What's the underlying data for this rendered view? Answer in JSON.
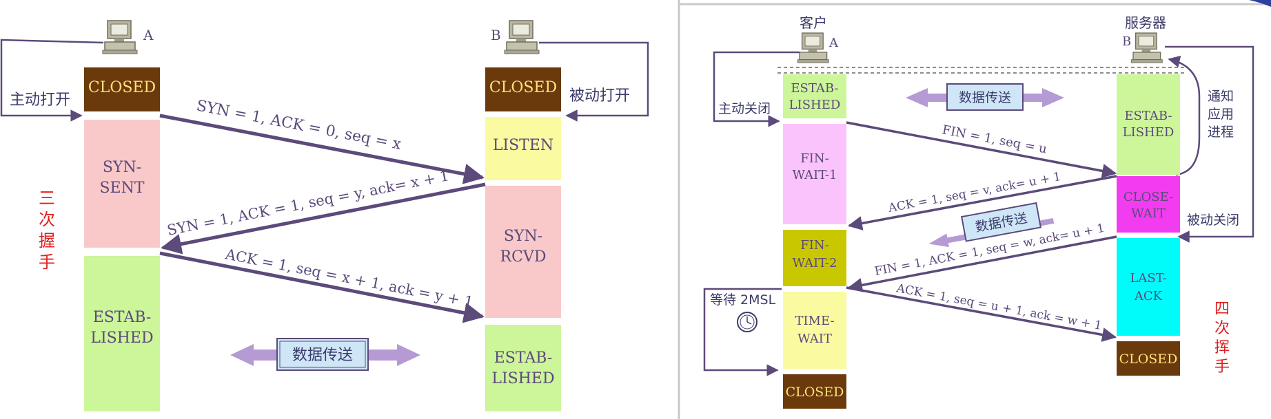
{
  "colors": {
    "arrow": "#5b4a7a",
    "closed": "#6b3a0c",
    "closed_text": "#ffe27a",
    "syn_sent": "#f9c9c9",
    "listen": "#fafaa0",
    "established": "#cdf59a",
    "fin_wait1": "#fbc3fb",
    "fin_wait2": "#c9c800",
    "time_wait": "#fafaa0",
    "close_wait": "#f23cf0",
    "last_ack": "#00fbfb",
    "data_arrow": "#b59ad3",
    "data_box": "#cfe6f7",
    "red_text": "#e02020"
  },
  "three_way": {
    "host_a": "A",
    "host_b": "B",
    "active_open": "主动打开",
    "passive_open": "被动打开",
    "side_label": [
      "三",
      "次",
      "握",
      "手"
    ],
    "a_states": {
      "closed": "CLOSED",
      "syn_sent": [
        "SYN-",
        "SENT"
      ],
      "established": [
        "ESTAB-",
        "LISHED"
      ]
    },
    "b_states": {
      "closed": "CLOSED",
      "listen": "LISTEN",
      "syn_rcvd": [
        "SYN-",
        "RCVD"
      ],
      "established": [
        "ESTAB-",
        "LISHED"
      ]
    },
    "msg1": "SYN = 1, ACK = 0, seq = x",
    "msg2": "SYN = 1, ACK = 1, seq = y, ack= x + 1",
    "msg3": "ACK = 1, seq = x + 1, ack = y + 1",
    "data_transfer": "数据传送"
  },
  "four_way": {
    "client": "客户",
    "server": "服务器",
    "host_a": "A",
    "host_b": "B",
    "active_close": "主动关闭",
    "passive_close": "被动关闭",
    "notify_app": [
      "通知",
      "应用",
      "进程"
    ],
    "wait_2msl": "等待 2MSL",
    "side_label": [
      "四",
      "次",
      "挥",
      "手"
    ],
    "a_states": {
      "established": [
        "ESTAB-",
        "LISHED"
      ],
      "fin_wait1": [
        "FIN-",
        "WAIT-1"
      ],
      "fin_wait2": [
        "FIN-",
        "WAIT-2"
      ],
      "time_wait": [
        "TIME-",
        "WAIT"
      ],
      "closed": "CLOSED"
    },
    "b_states": {
      "established": [
        "ESTAB-",
        "LISHED"
      ],
      "close_wait": [
        "CLOSE-",
        "WAIT"
      ],
      "last_ack": [
        "LAST-",
        "ACK"
      ],
      "closed": "CLOSED"
    },
    "msg1": "FIN = 1, seq = u",
    "msg2": "ACK = 1, seq = v, ack= u + 1",
    "msg3": "FIN = 1, ACK = 1, seq = w, ack= u + 1",
    "msg4": "ACK = 1, seq = u + 1, ack = w + 1",
    "data_transfer_top": "数据传送",
    "data_transfer_mid": "数据传送"
  }
}
